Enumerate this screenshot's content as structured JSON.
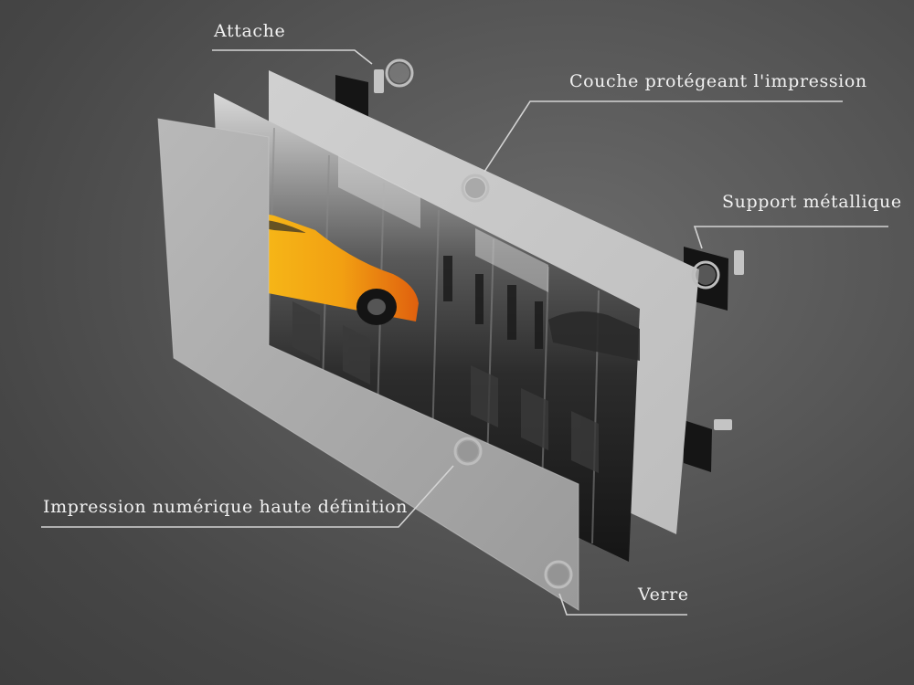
{
  "labels": {
    "attache": "Attache",
    "couche": "Couche protégeant l'impression",
    "support": "Support métallique",
    "impression": "Impression numérique haute définition",
    "verre": "Verre"
  },
  "colors": {
    "background": "#555555",
    "glass": "#a9a9a9",
    "protective_layer": "#c6c6c6",
    "metal_support": "#1a1a1a",
    "leader_line": "#d6d6d6",
    "taxi": "#f2b416"
  }
}
